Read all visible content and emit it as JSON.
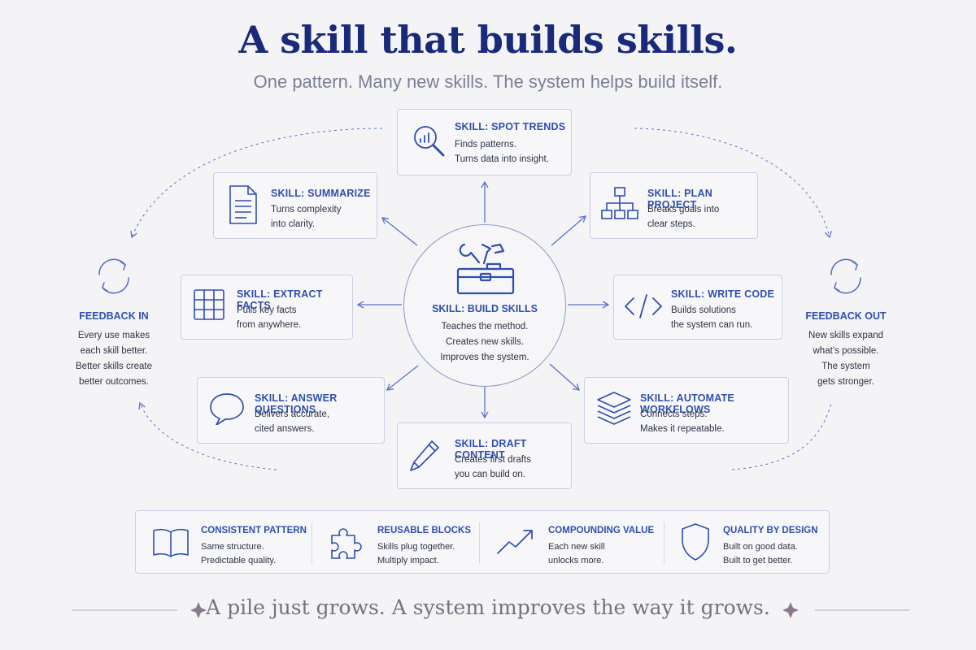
{
  "header": {
    "title": "A skill that builds skills.",
    "subtitle": "One pattern. Many new skills. The system helps build itself."
  },
  "center": {
    "icon": "toolbox-icon",
    "title": "SKILL: BUILD SKILLS",
    "lines": [
      "Teaches the method.",
      "Creates new skills.",
      "Improves the system."
    ]
  },
  "skills": [
    {
      "icon": "chart-magnifier-icon",
      "title": "SKILL: SPOT TRENDS",
      "lines": [
        "Finds patterns.",
        "Turns data into insight."
      ]
    },
    {
      "icon": "document-list-icon",
      "title": "SKILL: SUMMARIZE",
      "lines": [
        "Turns complexity",
        "into clarity."
      ]
    },
    {
      "icon": "org-chart-icon",
      "title": "SKILL: PLAN PROJECT",
      "lines": [
        "Breaks goals into",
        "clear steps."
      ]
    },
    {
      "icon": "grid-icon",
      "title": "SKILL: EXTRACT FACTS",
      "lines": [
        "Pulls key facts",
        "from anywhere."
      ]
    },
    {
      "icon": "code-brackets-icon",
      "title": "SKILL: WRITE CODE",
      "lines": [
        "Builds solutions",
        "the system can run."
      ]
    },
    {
      "icon": "speech-bubble-icon",
      "title": "SKILL: ANSWER QUESTIONS",
      "lines": [
        "Delivers accurate,",
        "cited answers."
      ]
    },
    {
      "icon": "layers-icon",
      "title": "SKILL: AUTOMATE WORKFLOWS",
      "lines": [
        "Connects steps.",
        "Makes it repeatable."
      ]
    },
    {
      "icon": "pencil-icon",
      "title": "SKILL: DRAFT CONTENT",
      "lines": [
        "Creates first drafts",
        "you can build on."
      ]
    }
  ],
  "feedback_in": {
    "icon": "cycle-arrows-icon",
    "title": "FEEDBACK IN",
    "lines": [
      "Every use makes",
      "each skill better.",
      "Better skills create",
      "better outcomes."
    ]
  },
  "feedback_out": {
    "icon": "cycle-arrows-icon",
    "title": "FEEDBACK OUT",
    "lines": [
      "New skills expand",
      "what’s possible.",
      "The system",
      "gets stronger."
    ]
  },
  "features": [
    {
      "icon": "open-book-icon",
      "title": "CONSISTENT PATTERN",
      "lines": [
        "Same structure.",
        "Predictable quality."
      ]
    },
    {
      "icon": "puzzle-piece-icon",
      "title": "REUSABLE BLOCKS",
      "lines": [
        "Skills plug together.",
        "Multiply impact."
      ]
    },
    {
      "icon": "trend-arrow-icon",
      "title": "COMPOUNDING VALUE",
      "lines": [
        "Each new skill",
        "unlocks more."
      ]
    },
    {
      "icon": "shield-icon",
      "title": "QUALITY BY DESIGN",
      "lines": [
        "Built on good data.",
        "Built to get better."
      ]
    }
  ],
  "footer": {
    "text": "A pile just grows. A system improves the way it grows.",
    "ornament": "sparkle-icon"
  },
  "colors": {
    "accent": "#2f4fae",
    "title": "#1a2a7a",
    "line": "#5b73c8",
    "border": "#c9d0e2"
  }
}
